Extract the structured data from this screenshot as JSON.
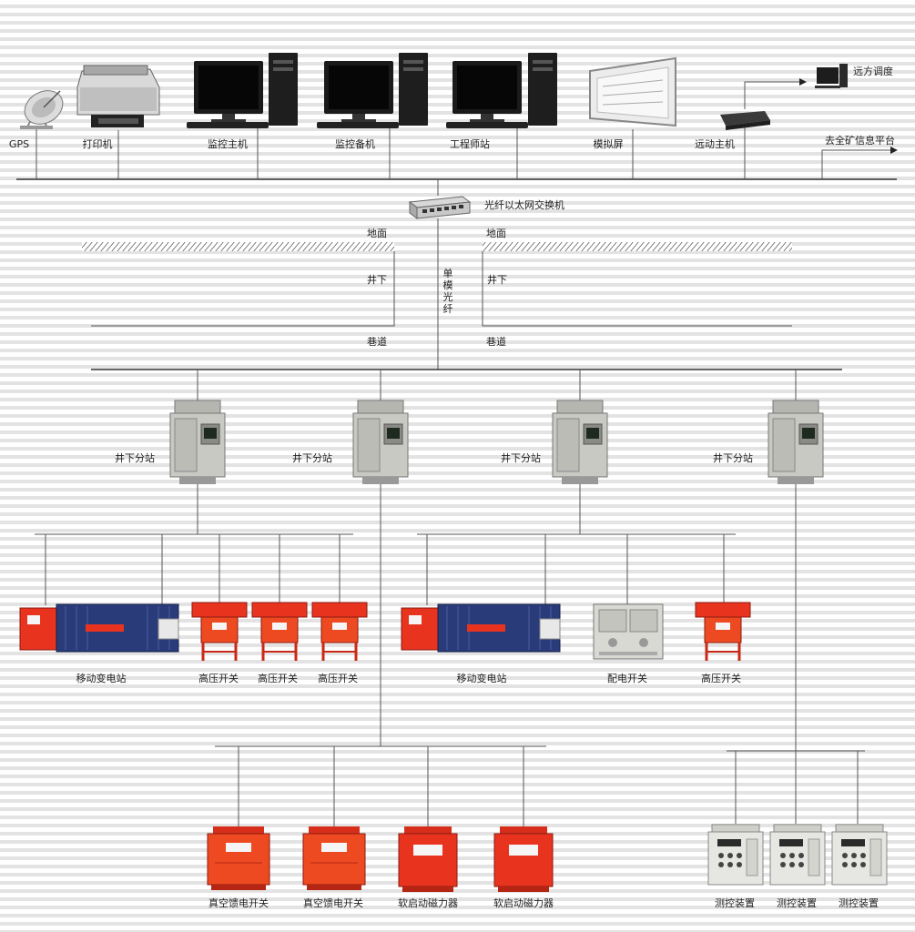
{
  "colors": {
    "line": "#555555",
    "device_red": "#e8341f",
    "device_orange": "#ee4a22",
    "transformer_blue": "#2a3b7a",
    "station_gray": "#c9c9c3",
    "switch_gray": "#d9d9d4"
  },
  "surface": {
    "gps": "GPS",
    "printer": "打印机",
    "monitor_host": "监控主机",
    "backup_host": "监控备机",
    "engineer_station": "工程师站",
    "simulation_screen": "模拟屏",
    "remote_host": "远动主机",
    "remote_dispatch": "远方调度",
    "mine_platform": "去全矿信息平台"
  },
  "network": {
    "switch": "光纤以太网交换机",
    "fiber": [
      "单",
      "模",
      "光",
      "纤"
    ],
    "ground_left": "地面",
    "ground_right": "地面",
    "underground_left": "井下",
    "underground_right": "井下",
    "roadway_left": "巷道",
    "roadway_right": "巷道"
  },
  "substations": [
    "井下分站",
    "井下分站",
    "井下分站",
    "井下分站"
  ],
  "group1": [
    "移动变电站",
    "高压开关",
    "高压开关",
    "高压开关"
  ],
  "group2": [
    "移动变电站",
    "配电开关",
    "高压开关"
  ],
  "group3": [
    "真空馈电开关",
    "真空馈电开关",
    "软启动磁力器",
    "软启动磁力器"
  ],
  "group4": [
    "测控装置",
    "测控装置",
    "测控装置"
  ]
}
